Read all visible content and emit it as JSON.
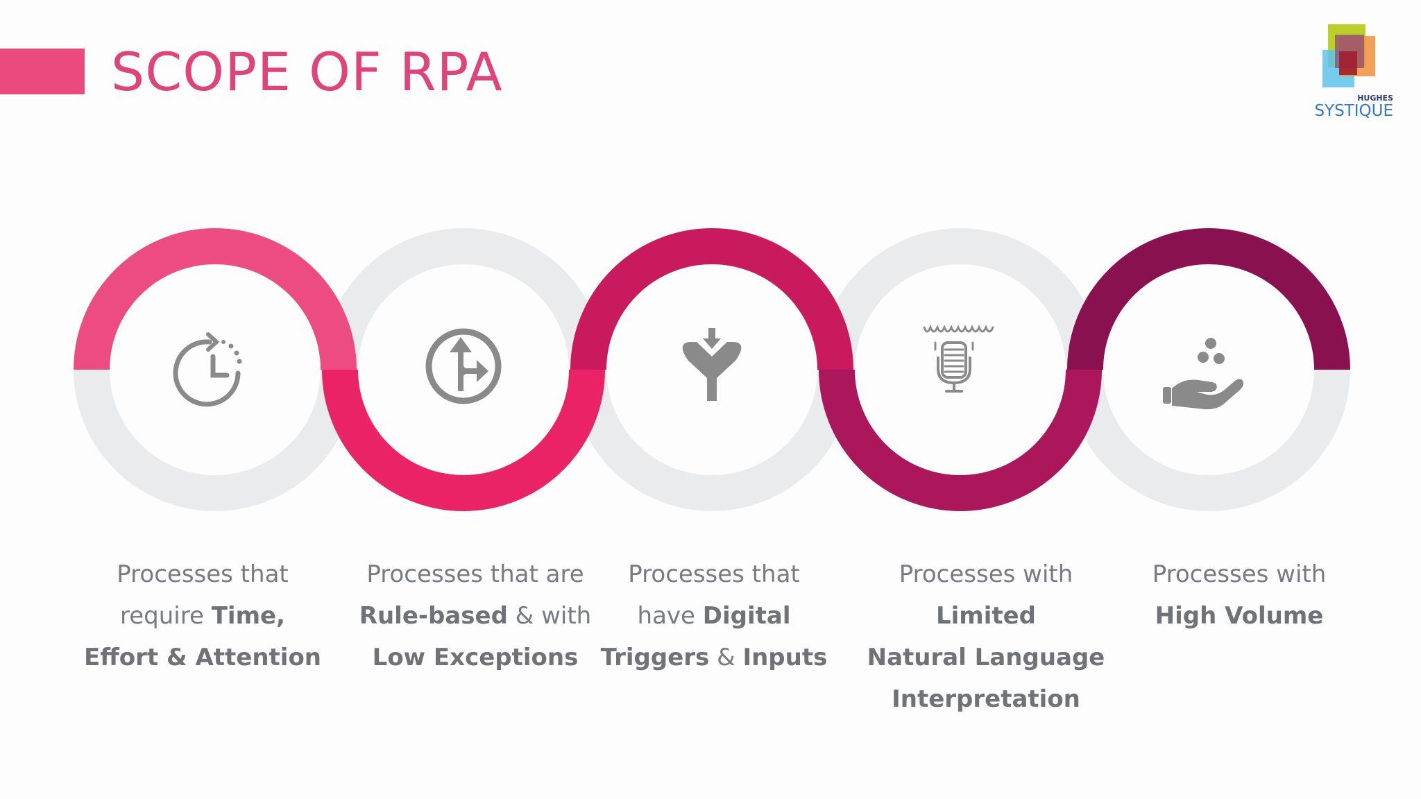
{
  "slide": {
    "title": "SCOPE OF RPA"
  },
  "logo": {
    "brand_top": "HUGHES",
    "brand_bottom": "SYSTIQUE"
  },
  "colors": {
    "title": "#e0427a",
    "ring_1": "#ec4c82",
    "ring_2": "#ea2266",
    "ring_3": "#c81a5c",
    "ring_4": "#ab175a",
    "ring_5": "#8a1150",
    "ring_grey": "#e9ebed",
    "icon": "#8a8a8a",
    "caption": "#777a7f"
  },
  "items": [
    {
      "icon": "clock-icon",
      "parts": [
        {
          "t": "Processes that",
          "b": false
        },
        {
          "t": "require ",
          "b": false,
          "br": true
        },
        {
          "t": "Time,",
          "b": true
        },
        {
          "t": "Effort & Attention",
          "b": true,
          "br": true
        }
      ]
    },
    {
      "icon": "route-sign-icon",
      "parts": [
        {
          "t": "Processes that are",
          "b": false
        },
        {
          "t": "Rule-based",
          "b": true,
          "br": true
        },
        {
          "t": " & with",
          "b": false
        },
        {
          "t": "Low Exceptions",
          "b": true,
          "br": true
        }
      ]
    },
    {
      "icon": "funnel-icon",
      "parts": [
        {
          "t": "Processes that",
          "b": false
        },
        {
          "t": "have ",
          "b": false,
          "br": true
        },
        {
          "t": "Digital",
          "b": true
        },
        {
          "t": "Triggers",
          "b": true,
          "br": true
        },
        {
          "t": " & ",
          "b": false
        },
        {
          "t": "Inputs",
          "b": true
        }
      ]
    },
    {
      "icon": "microphone-icon",
      "parts": [
        {
          "t": "Processes with ",
          "b": false
        },
        {
          "t": "Limited",
          "b": true
        },
        {
          "t": "Natural Language",
          "b": true,
          "br": true
        },
        {
          "t": "Interpretation",
          "b": true,
          "br": true
        }
      ]
    },
    {
      "icon": "hand-coins-icon",
      "parts": [
        {
          "t": "Processes with",
          "b": false
        },
        {
          "t": "High Volume",
          "b": true,
          "br": true
        }
      ]
    }
  ]
}
